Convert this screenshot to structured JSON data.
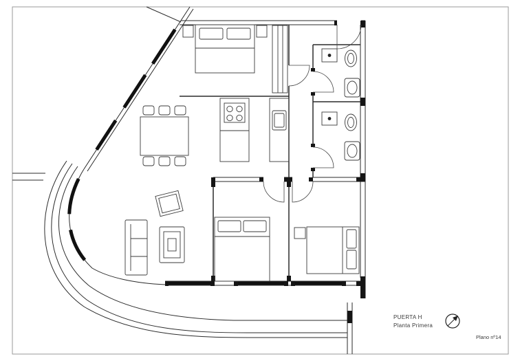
{
  "sheet": {
    "type": "architectural-floor-plan",
    "background": "#ffffff",
    "line_color": "#2a2a2a",
    "border_color": "#9a9a9a"
  },
  "title_block": {
    "project": "PUERTA H",
    "floor": "Planta Primera"
  },
  "plan_number": "Plano nº14",
  "icons": {
    "north_arrow": "north-arrow-compass"
  }
}
